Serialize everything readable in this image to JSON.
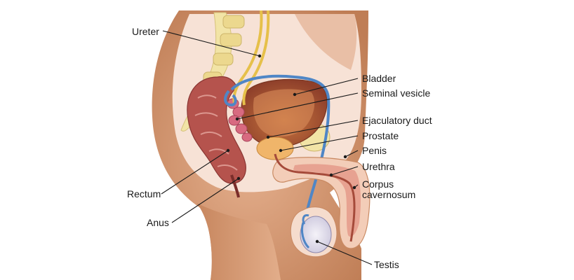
{
  "labels": {
    "ureter": "Ureter",
    "bladder": "Bladder",
    "seminal_vesicle": "Seminal vesicle",
    "ejaculatory_duct": "Ejaculatory duct",
    "prostate": "Prostate",
    "penis": "Penis",
    "urethra": "Urethra",
    "corpus_line1": "Corpus",
    "corpus_line2": "cavernosum",
    "rectum": "Rectum",
    "anus": "Anus",
    "testis": "Testis"
  },
  "colors": {
    "skin_dark": "#c98a63",
    "skin_light": "#f3d6c6",
    "tissue_pale": "#f8e6dd",
    "bone": "#f2e4a6",
    "rectum": "#b5534d",
    "bladder": "#b8623e",
    "prostate": "#f0b56a",
    "ureter": "#e6c04a",
    "vas_deferens": "#4f86c6",
    "urethra": "#a54a3a"
  }
}
